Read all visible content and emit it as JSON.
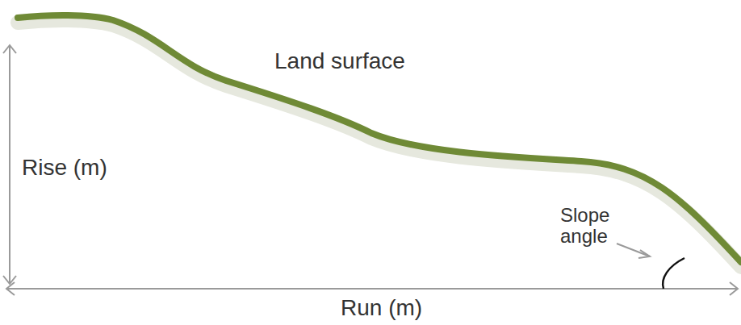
{
  "diagram": {
    "labels": [
      "Land surface",
      "Rise (m)",
      "Slope angle",
      "Run (m)"
    ]
  }
}
